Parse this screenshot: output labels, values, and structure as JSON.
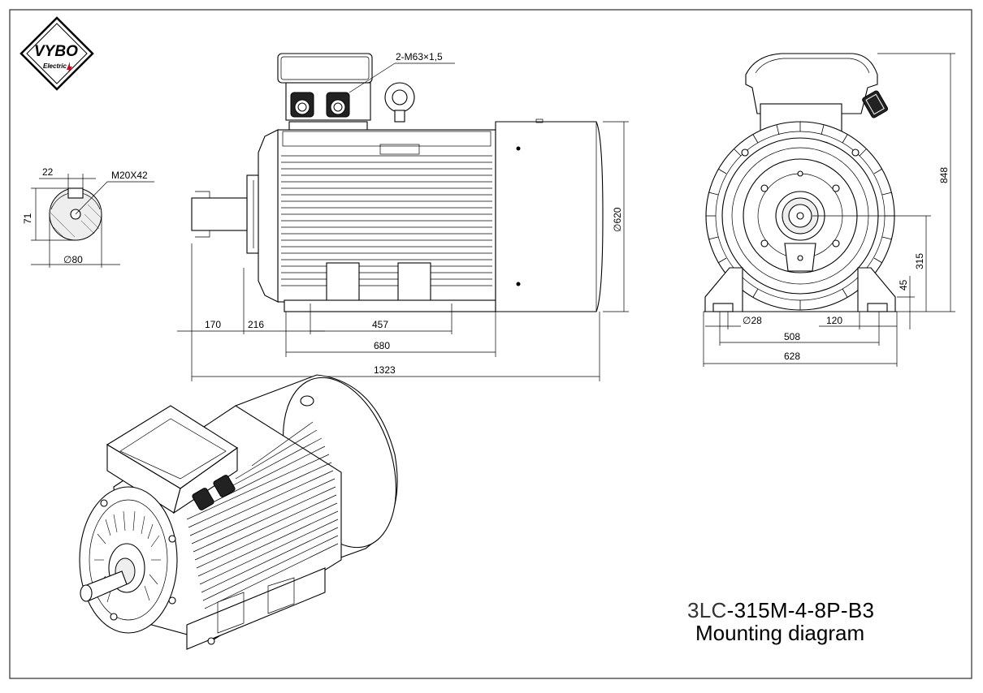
{
  "logo": {
    "brand": "VYBO",
    "sub": "Electric"
  },
  "labels": {
    "cable_gland": "2-M63×1,5",
    "shaft_thread": "M20X42",
    "shaft_key": "22",
    "shaft_height": "71",
    "shaft_dia": "∅80",
    "flange_dia": "∅620",
    "d170": "170",
    "d216": "216",
    "d457": "457",
    "d680": "680",
    "d1323": "1323",
    "d848": "848",
    "d315": "315",
    "d45": "45",
    "hole_dia": "∅28",
    "d120": "120",
    "d508": "508",
    "d628": "628"
  },
  "title": {
    "model_prefix": "3LC",
    "model_suffix": "-315M-4-8P-B3",
    "subtitle": "Mounting diagram"
  },
  "colors": {
    "line": "#000000",
    "logo_red": "#d0021b"
  }
}
